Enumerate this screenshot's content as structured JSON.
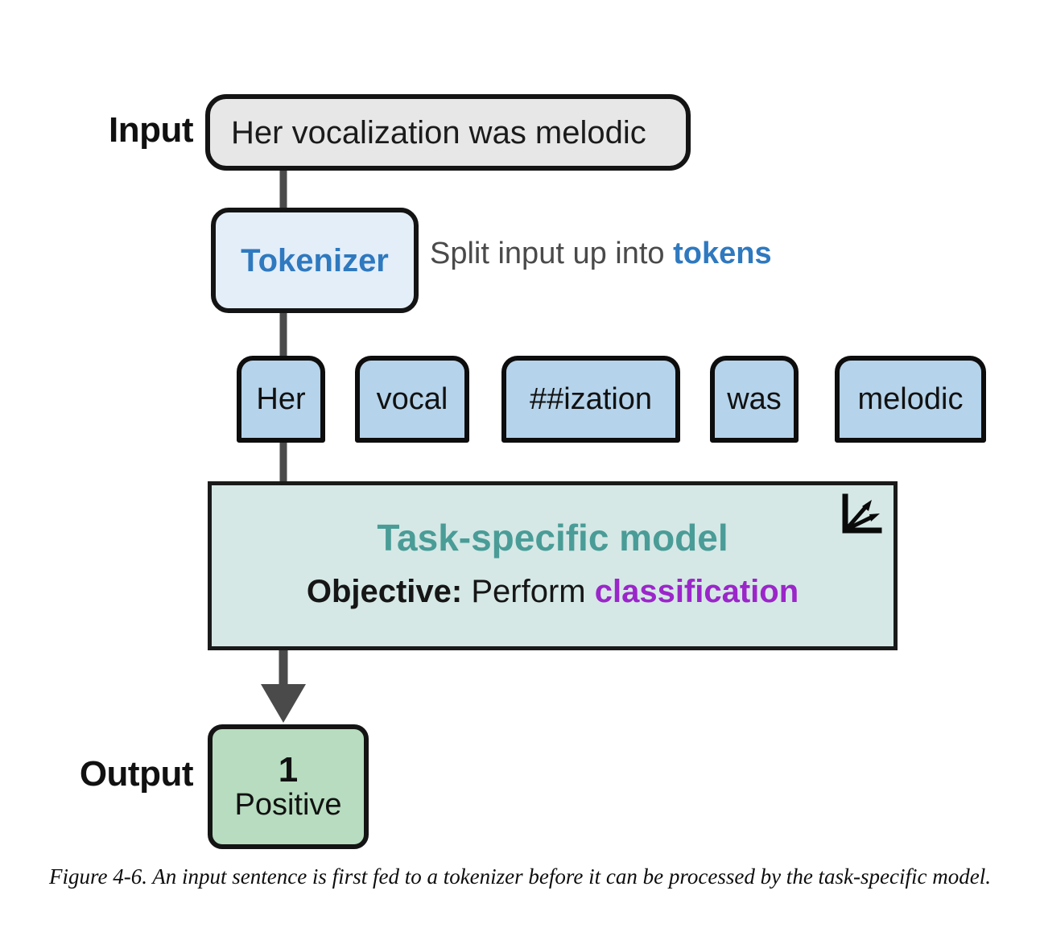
{
  "figure": {
    "caption": "Figure 4-6. An input sentence is first fed to a tokenizer before it can be processed by the task-specific model."
  },
  "labels": {
    "input": "Input",
    "output": "Output"
  },
  "input": {
    "sentence": "Her vocalization was melodic"
  },
  "tokenizer": {
    "box_label": "Tokenizer",
    "caption_prefix": "Split input up into ",
    "caption_highlight": "tokens"
  },
  "tokens": [
    {
      "text": "Her"
    },
    {
      "text": "vocal"
    },
    {
      "text": "##ization"
    },
    {
      "text": "was"
    },
    {
      "text": "melodic"
    }
  ],
  "model": {
    "title": "Task-specific model",
    "objective_label": "Objective:",
    "objective_action": " Perform ",
    "objective_highlight": "classification",
    "icon": "axis-arrows-icon"
  },
  "output": {
    "value": "1",
    "class_label": "Positive"
  },
  "colors": {
    "input_fill": "#e7e7e7",
    "tokenizer_fill": "#e4eef8",
    "tokenizer_text": "#2f79bf",
    "token_fill": "#b5d3ea",
    "model_fill": "#d5e8e6",
    "model_title": "#4a9c97",
    "highlight_purple": "#9b26c9",
    "output_fill": "#b7dcbf",
    "outline": "#141414",
    "wire": "#4a4a4a"
  }
}
